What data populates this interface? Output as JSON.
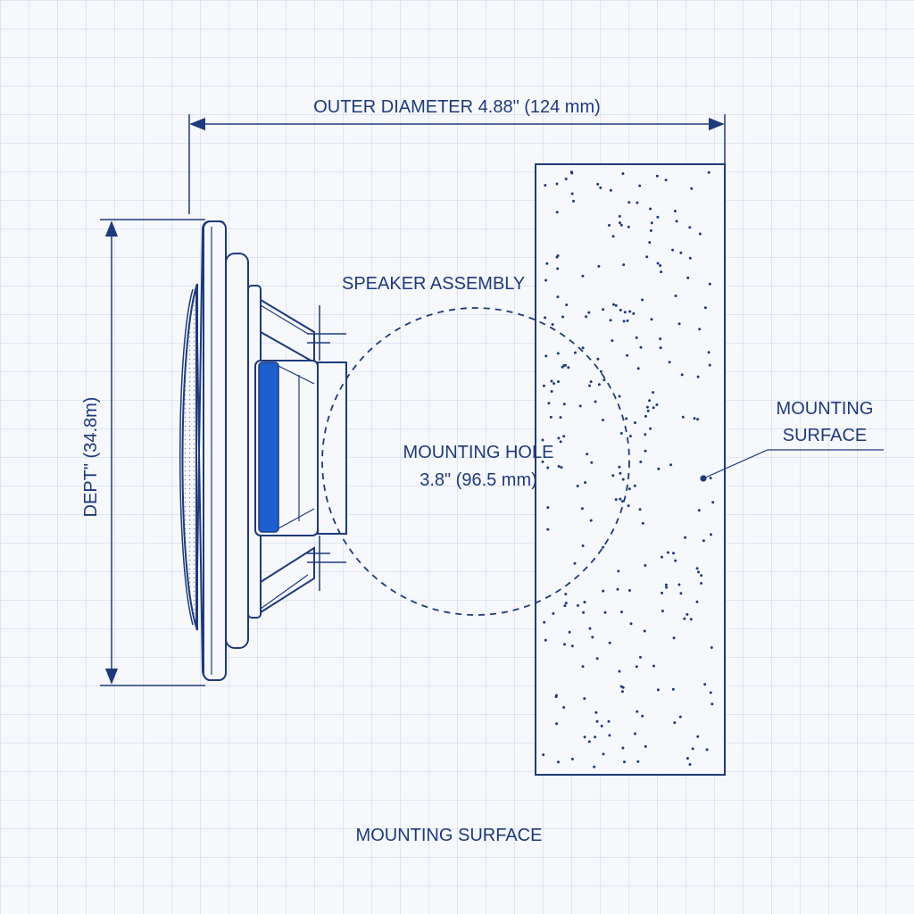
{
  "colors": {
    "background": "#f6f8fc",
    "grid": "#c9d3e6",
    "ink": "#1f3a7a",
    "accent": "#1e5fd0"
  },
  "labels": {
    "outer_diameter": "OUTER DIAMETER 4.88\" (124 mm)",
    "depth": "DEPT\" (34.8m)",
    "speaker_assembly": "SPEAKER ASSEMBLY",
    "mounting_hole_line1": "MOUNTING HOLE",
    "mounting_hole_line2": "3.8\" (96.5 mm)",
    "mounting_surface_callout_line1": "MOUNTING",
    "mounting_surface_callout_line2": "SURFACE",
    "mounting_surface_bottom": "MOUNTING SURFACE"
  }
}
